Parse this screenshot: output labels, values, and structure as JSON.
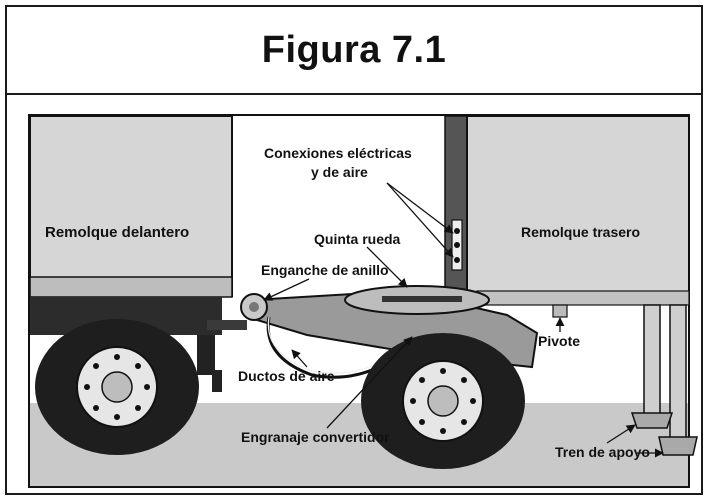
{
  "figure": {
    "title": "Figura 7.1"
  },
  "labels": {
    "front_trailer": "Remolque delantero",
    "rear_trailer": "Remolque trasero",
    "connections_line1": "Conexiones eléctricas",
    "connections_line2": "y de aire",
    "fifth_wheel": "Quinta rueda",
    "ring_hitch": "Enganche de anillo",
    "air_ducts": "Ductos de aire",
    "pivot": "Pivote",
    "converter_gear": "Engranaje convertidor",
    "landing_gear": "Tren de apoyo"
  },
  "colors": {
    "ground": "#c9c9c9",
    "trailer_body": "#d6d6d6",
    "tire": "#222222",
    "frame_dark": "#3a3a3a"
  }
}
